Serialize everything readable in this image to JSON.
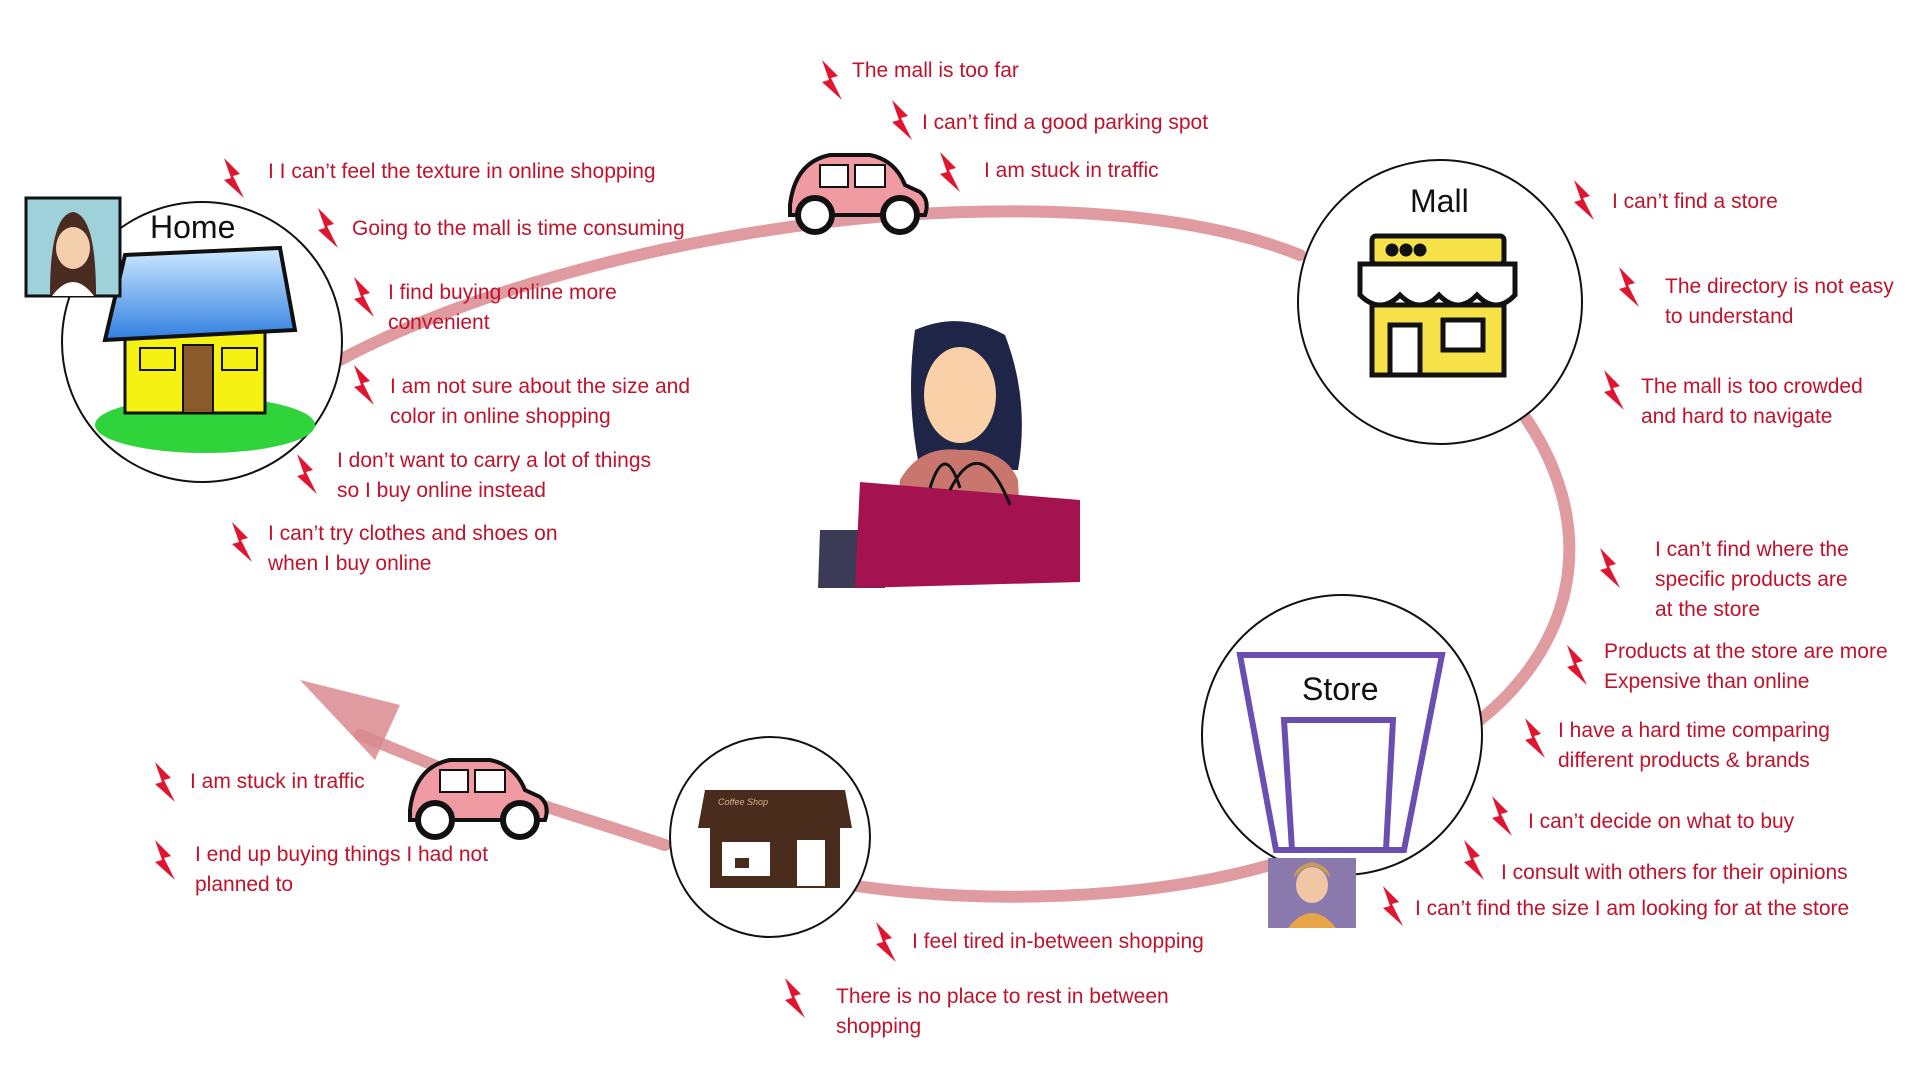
{
  "nodes": {
    "home": "Home",
    "mall": "Mall",
    "store": "Store",
    "coffee_sign": "Coffee Shop"
  },
  "colors": {
    "pain_text": "#c0122b",
    "bolt": "#e01530",
    "path": "#d98a8e",
    "car": "#f09aa2",
    "bag": "#a4134f",
    "store_outline": "#6a4fb0",
    "mall_yellow": "#f7e24a"
  },
  "pain_points": [
    {
      "id": "mall-too-far",
      "text": "The mall is too far"
    },
    {
      "id": "parking",
      "text": "I can’t find a good parking spot"
    },
    {
      "id": "traffic-top",
      "text": "I am stuck in traffic"
    },
    {
      "id": "texture",
      "text": "I I can’t feel the texture in online shopping"
    },
    {
      "id": "time-consuming",
      "text": "Going to the mall is time consuming"
    },
    {
      "id": "convenient",
      "text": "I find buying online more\nconvenient"
    },
    {
      "id": "size-color",
      "text": "I am not sure about the size and\ncolor in online shopping"
    },
    {
      "id": "carry",
      "text": "I don’t want to carry a lot of things\nso I buy online instead"
    },
    {
      "id": "try-clothes",
      "text": "I can’t try clothes and shoes on\nwhen I buy online"
    },
    {
      "id": "find-store",
      "text": "I can’t find a store"
    },
    {
      "id": "directory",
      "text": "The directory is not easy\nto understand"
    },
    {
      "id": "crowded",
      "text": "The mall is too crowded\nand hard to navigate"
    },
    {
      "id": "find-products",
      "text": "I can’t find where the\nspecific products  are\nat the store"
    },
    {
      "id": "expensive",
      "text": "Products at the store are more\n Expensive than online"
    },
    {
      "id": "compare",
      "text": "I have a hard time comparing\ndifferent products & brands"
    },
    {
      "id": "decide",
      "text": "I can’t decide on what to buy"
    },
    {
      "id": "consult",
      "text": "I consult with others for their opinions"
    },
    {
      "id": "size-store",
      "text": "I can’t find the size I am looking for at the store"
    },
    {
      "id": "tired",
      "text": "I feel tired in-between shopping"
    },
    {
      "id": "rest",
      "text": "There is no place to rest in between\nshopping"
    },
    {
      "id": "traffic-bottom",
      "text": "I am stuck in traffic"
    },
    {
      "id": "unplanned",
      "text": "I end up buying things I had not\nplanned to"
    }
  ]
}
